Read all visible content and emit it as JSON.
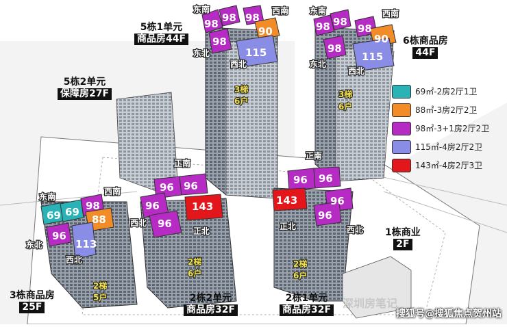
{
  "buildings": {
    "b5_1": {
      "line1": "5栋1单元",
      "line2": "商品房44F"
    },
    "b6": {
      "line1": "6栋商品房",
      "line2": "44F"
    },
    "b5_2": {
      "line1": "5栋2单元",
      "line2": "保障房27F"
    },
    "b3": {
      "line1": "3栋商品房",
      "line2": "25F"
    },
    "b2_2": {
      "line1": "2栋2单元",
      "line2": "商品房32F"
    },
    "b2_1": {
      "line1": "2栋1单元",
      "line2": "商品房32F"
    },
    "b1": {
      "line1": "1栋商业",
      "line2": "2F"
    }
  },
  "units": {
    "u98": "98",
    "u90": "90",
    "u115": "115",
    "u96": "96",
    "u143": "143",
    "u69": "69",
    "u88": "88",
    "u113": "113"
  },
  "directions": {
    "dongnan": "东南",
    "xinan": "西南",
    "dongbei": "东北",
    "xibei": "西北",
    "zhengnan": "正南",
    "zhengbei": "正北"
  },
  "households": {
    "t3": "3梯",
    "h6": "6户",
    "t2": "2梯",
    "h5": "5户"
  },
  "legend": [
    {
      "label": "69㎡-2房2厅1卫",
      "color": "#2ab3b6"
    },
    {
      "label": "88㎡-3房2厅2卫",
      "color": "#f28c28"
    },
    {
      "label": "98㎡-3+1房2厅2卫",
      "color": "#b52bc4"
    },
    {
      "label": "115㎡-4房2厅2卫",
      "color": "#8a8de6"
    },
    {
      "label": "143㎡-4房2厅3卫",
      "color": "#e3161b"
    }
  ],
  "watermark": {
    "main": "搜狐号@搜狐焦点贺州站",
    "faint": "深圳房笔记"
  }
}
